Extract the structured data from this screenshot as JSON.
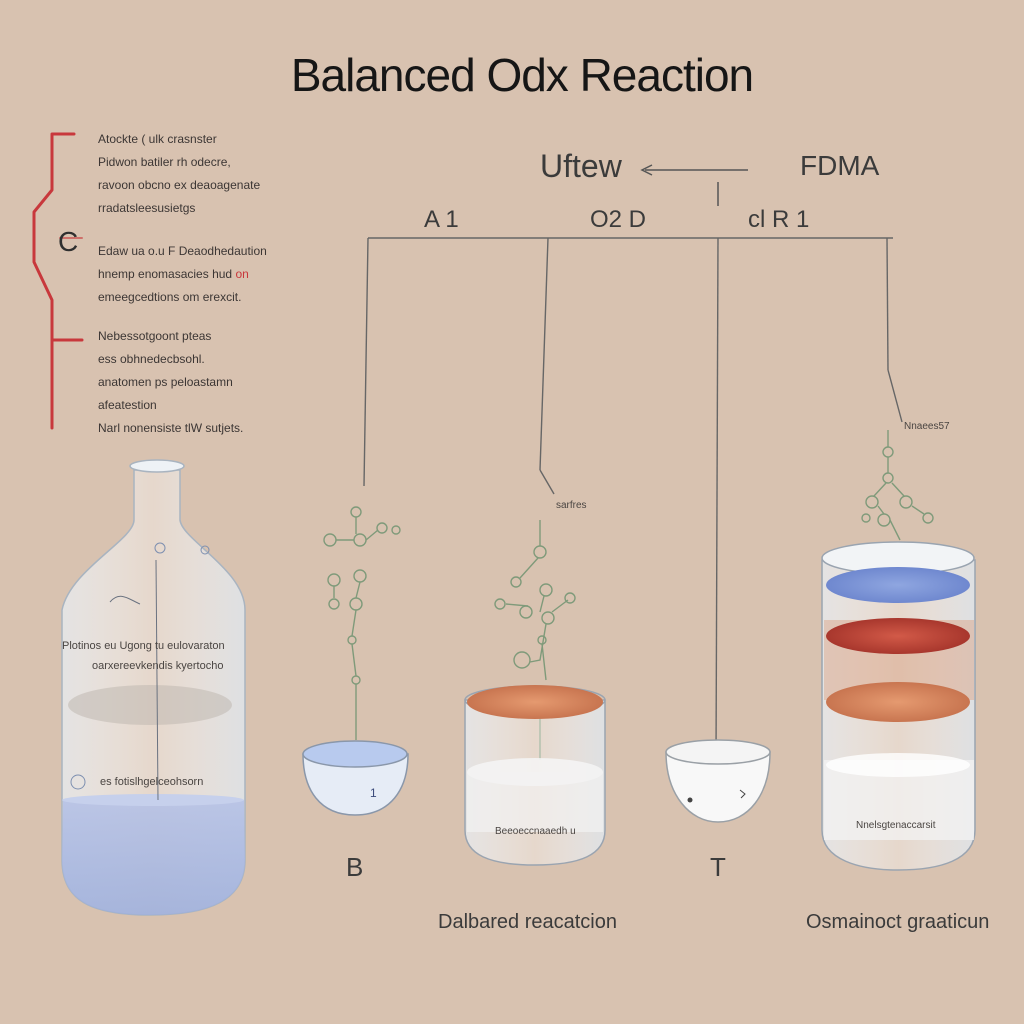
{
  "title": "Balanced Odx Reaction",
  "notes": {
    "block1": [
      "Atockte ( ulk crasnster",
      "Pidwon batiler rh odecre,",
      "ravoon obcno ex deaoagenate",
      "rradatsleesusietgs"
    ],
    "bracket_letter": "C",
    "block2": [
      "Edaw ua o.u F Deaodhedaution",
      "hnemp enomasacies hud",
      "emeegcedtions om erexcit."
    ],
    "block2_red_mark": "on",
    "block3": [
      "Nebessotgoont pteas",
      "ess obhnedecbsohl.",
      "anatomen ps peloastamn",
      "afeatestion",
      "Narl nonensiste tlW sutjets."
    ]
  },
  "top_labels": {
    "left": "Uftew",
    "right": "FDMA",
    "row": [
      "A 1",
      "O2 D",
      "cl R 1"
    ]
  },
  "vessel_labels": {
    "flask_line1": "Plotinos eu Ugong tu eulovaraton",
    "flask_line2": "oarxereevkendis kyertocho",
    "flask_line3": "es fotislhgelceohsorn",
    "small_tag": "sarfres",
    "beaker_left": "Beeoeccnaaedh u",
    "beaker_right": "Nnelsgtenaccarsit",
    "right_tag": "Nnaees57"
  },
  "bottom_labels": {
    "letter_b": "B",
    "letter_t": "T",
    "caption_left": "Dalbared reacatcion",
    "caption_right": "Osmainoct graaticun"
  },
  "colors": {
    "background": "#d8c2b0",
    "bracket_red": "#c8383c",
    "liquid_blue": "#a8b8e0",
    "liquid_orange": "#d9875c",
    "liquid_red": "#c85040"
  }
}
